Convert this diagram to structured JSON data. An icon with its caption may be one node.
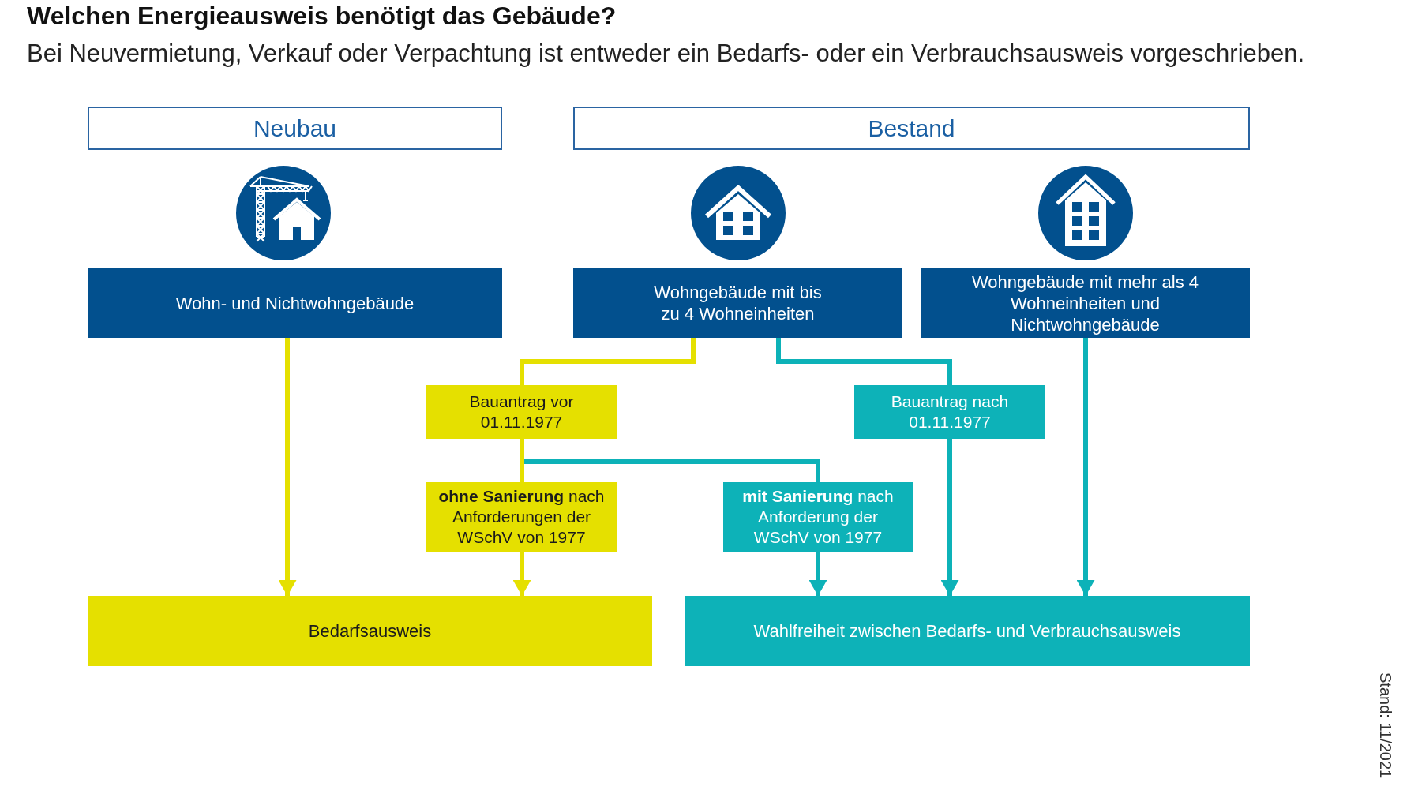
{
  "diagram": {
    "title": "Welchen Energieausweis benötigt das Gebäude?",
    "caption": "Bei Neuvermietung, Verkauf oder Verpachtung ist entweder ein Bedarfs- oder ein Verbrauchsausweis vorgeschrieben.",
    "nodes": [
      {
        "text": [
          "Neubau"
        ]
      },
      {
        "text": [
          "Bestand"
        ]
      },
      {
        "text": [
          "Wohn- und Nichtwohngebäude"
        ]
      },
      {
        "text": [
          "Wohngebäude mit bis zu 4 Wohneinheiten"
        ]
      },
      {
        "text": [
          "Wohngebäude mit mehr als 4 Wohneinheiten und Nichtwohngebäude"
        ]
      },
      {
        "text": [
          "Bauantrag vor 01.11.1977"
        ]
      },
      {
        "text": [
          "Bauantrag nach 01.11.1977"
        ]
      },
      {
        "text": [
          "**ohne Sanierung** nach Anforderungen der WSchV von 1977"
        ]
      },
      {
        "text": [
          "**mit Sanierung** nach Anforderung der WSchV von 1977"
        ]
      },
      {
        "text": [
          "Bedarfsausweis"
        ]
      },
      {
        "text": [
          "Wahlfreiheit zwischen Bedarfs- und Verbrauchsausweis"
        ]
      }
    ],
    "edges": [
      {
        "from": 2,
        "to": 9,
        "arrow": "to",
        "color": "#e5e000"
      },
      {
        "from": 3,
        "to": 5,
        "arrow": "none",
        "color": "#e5e000"
      },
      {
        "from": 3,
        "to": 6,
        "arrow": "none"
      },
      {
        "from": 4,
        "to": 10,
        "arrow": "to"
      },
      {
        "from": 5,
        "to": 7,
        "arrow": "none",
        "color": "#e5e000"
      },
      {
        "from": 5,
        "to": 8,
        "arrow": "none"
      },
      {
        "from": 6,
        "to": 10,
        "arrow": "to"
      },
      {
        "from": 7,
        "to": 9,
        "arrow": "to",
        "color": "#e5e000"
      },
      {
        "from": 8,
        "to": 10,
        "arrow": "to"
      }
    ],
    "labels": [
      "Stand: 11/2021"
    ]
  }
}
